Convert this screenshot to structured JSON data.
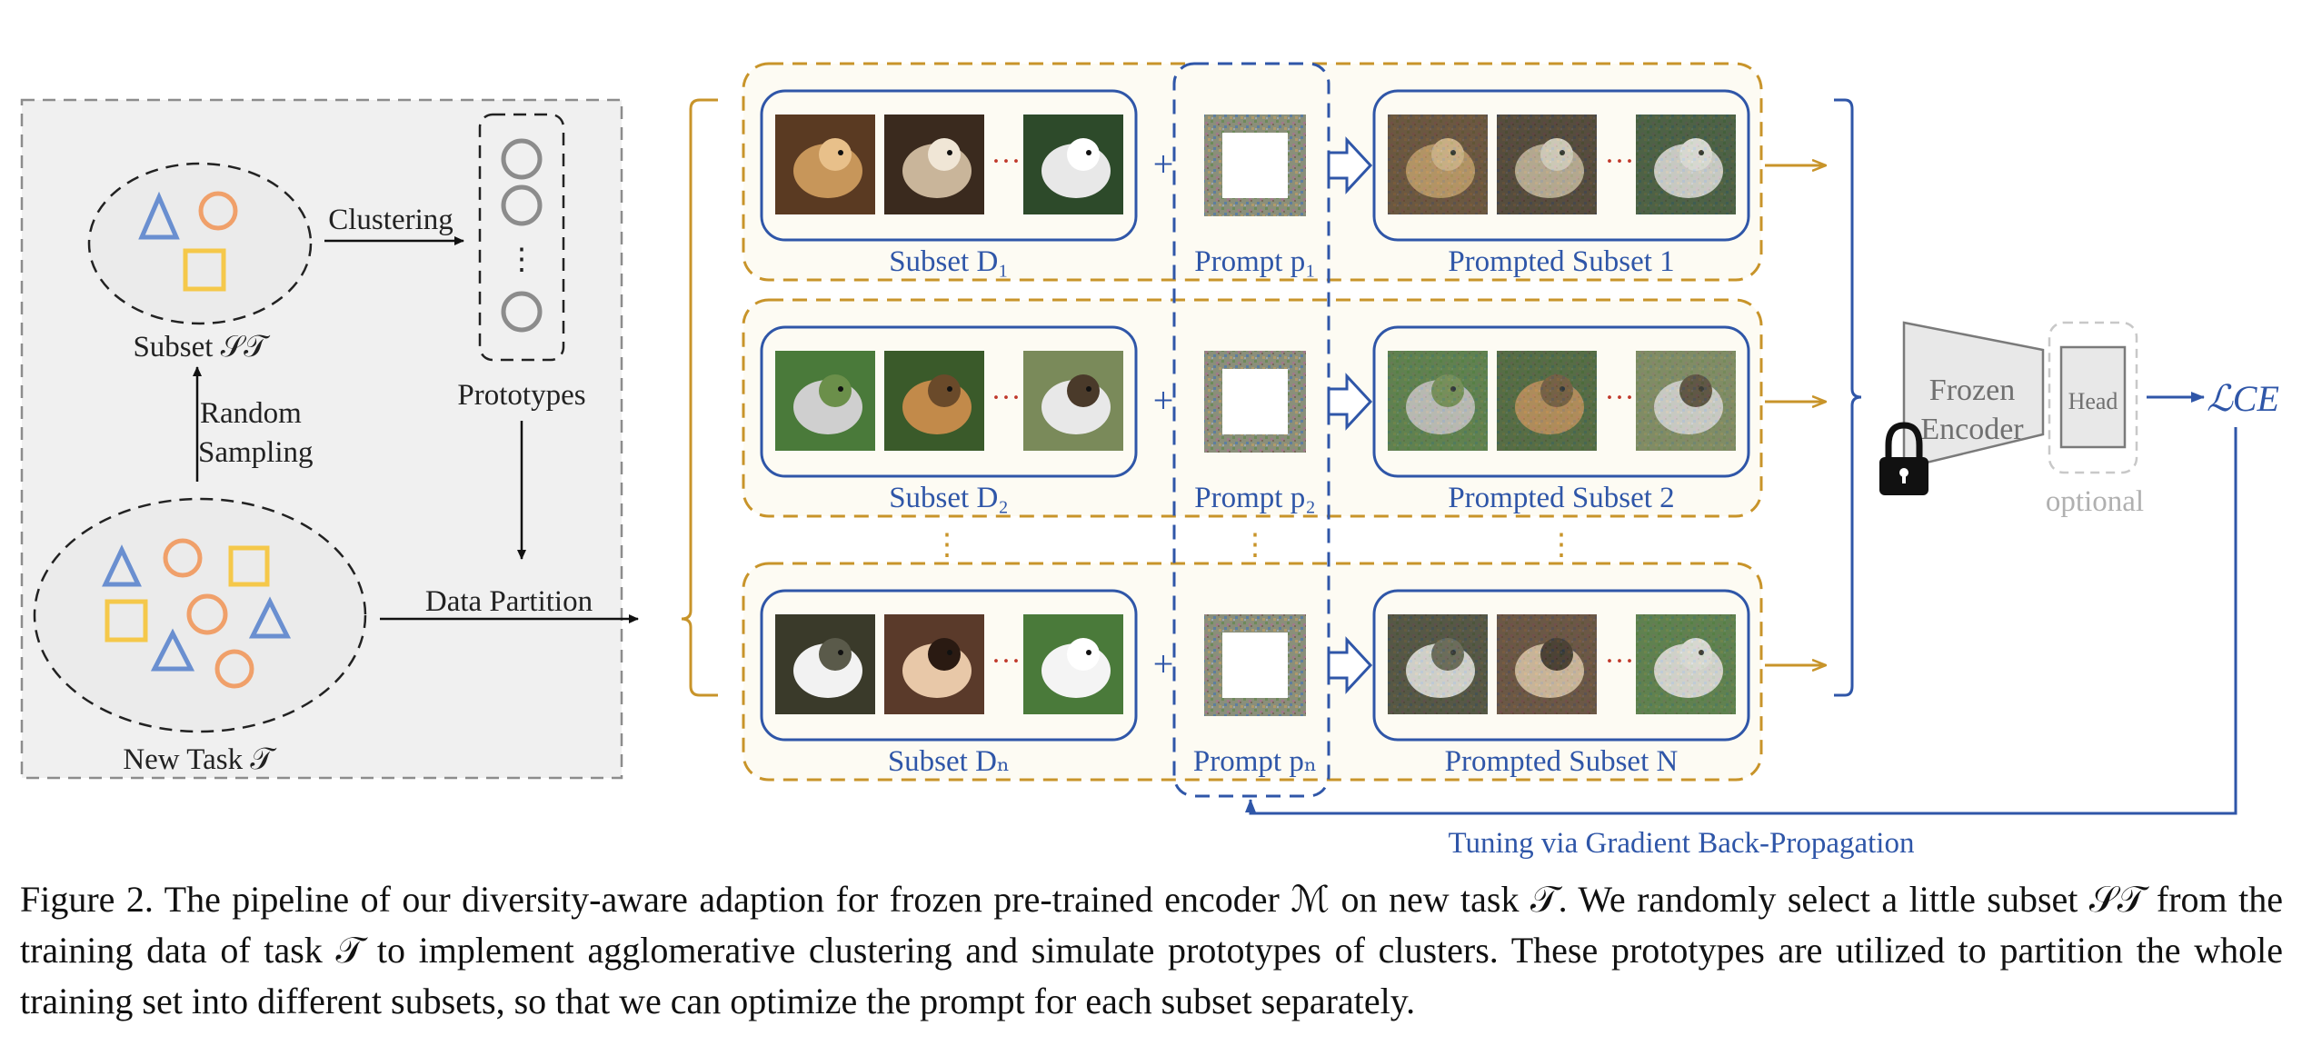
{
  "left_panel": {
    "subset_label": "Subset 𝒮𝒯",
    "clustering_label": "Clustering",
    "prototypes_label": "Prototypes",
    "random_label": "Random",
    "sampling_label": "Sampling",
    "new_task_label": "New Task 𝒯",
    "data_partition_label": "Data Partition",
    "dots": "⋮"
  },
  "rows": [
    {
      "subset_label": "Subset D₁",
      "prompt_label": "Prompt p₁",
      "prompted_label": "Prompted Subset 1"
    },
    {
      "subset_label": "Subset D₂",
      "prompt_label": "Prompt p₂",
      "prompted_label": "Prompted Subset 2"
    },
    {
      "subset_label": "Subset Dₙ",
      "prompt_label": "Prompt pₙ",
      "prompted_label": "Prompted Subset N"
    }
  ],
  "symbols": {
    "plus": "+",
    "ellipsis": "···",
    "vdots": "⋮"
  },
  "encoder": {
    "line1": "Frozen",
    "line2": "Encoder",
    "head": "Head",
    "optional": "optional",
    "loss": "ℒCE"
  },
  "tuning_label": "Tuning via Gradient Back-Propagation",
  "caption": "Figure 2.  The pipeline of our diversity-aware adaption for frozen pre-trained encoder ℳ on new task 𝒯.  We randomly select a little subset 𝒮𝒯 from the training data of task 𝒯 to implement agglomerative clustering and simulate prototypes of clusters. These prototypes are utilized to partition the whole training set into different subsets, so that we can optimize the prompt for each subset separately.",
  "colors": {
    "blue": "#2f56a8",
    "gold": "#c8942a",
    "orange": "#f0a06a",
    "shape_blue": "#6a8fd0",
    "yellow": "#f5c84a",
    "gray": "#8c8c8c",
    "panel_bg": "#f0f0f0"
  }
}
